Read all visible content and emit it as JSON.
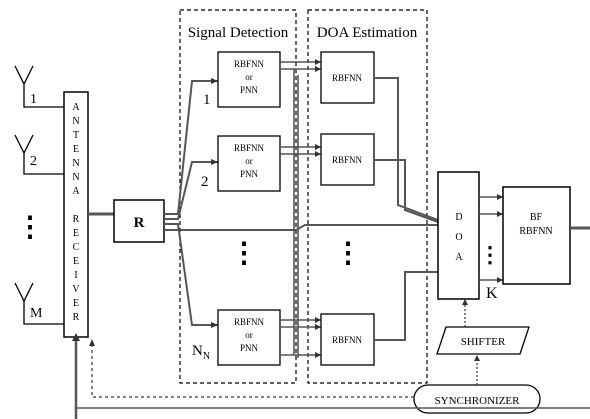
{
  "groups": {
    "signal_detection": "Signal Detection",
    "doa_estimation": "DOA Estimation"
  },
  "antennas": {
    "labels": [
      "1",
      "2",
      "M"
    ],
    "dots": "⋮"
  },
  "antenna_receiver": {
    "letters": [
      "A",
      "N",
      "T",
      "E",
      "N",
      "N",
      "A",
      "",
      "R",
      "E",
      "C",
      "E",
      "I",
      "V",
      "E",
      "R"
    ]
  },
  "r_block": "R",
  "detector_blocks": {
    "line1": "RBFNN",
    "line2": "or",
    "line3": "PNN",
    "index_labels": [
      "1",
      "2",
      "N",
      "N"
    ],
    "dots": "⋮"
  },
  "doa_blocks": {
    "label": "RBFNN",
    "dots": "⋮"
  },
  "doa_block": {
    "letters": [
      "D",
      "O",
      "A"
    ]
  },
  "k_label": "K",
  "k_dots": "⋮",
  "bf_block": {
    "line1": "BF",
    "line2": "RBFNN"
  },
  "shifter": "SHIFTER",
  "synchronizer": "SYNCHRONIZER"
}
